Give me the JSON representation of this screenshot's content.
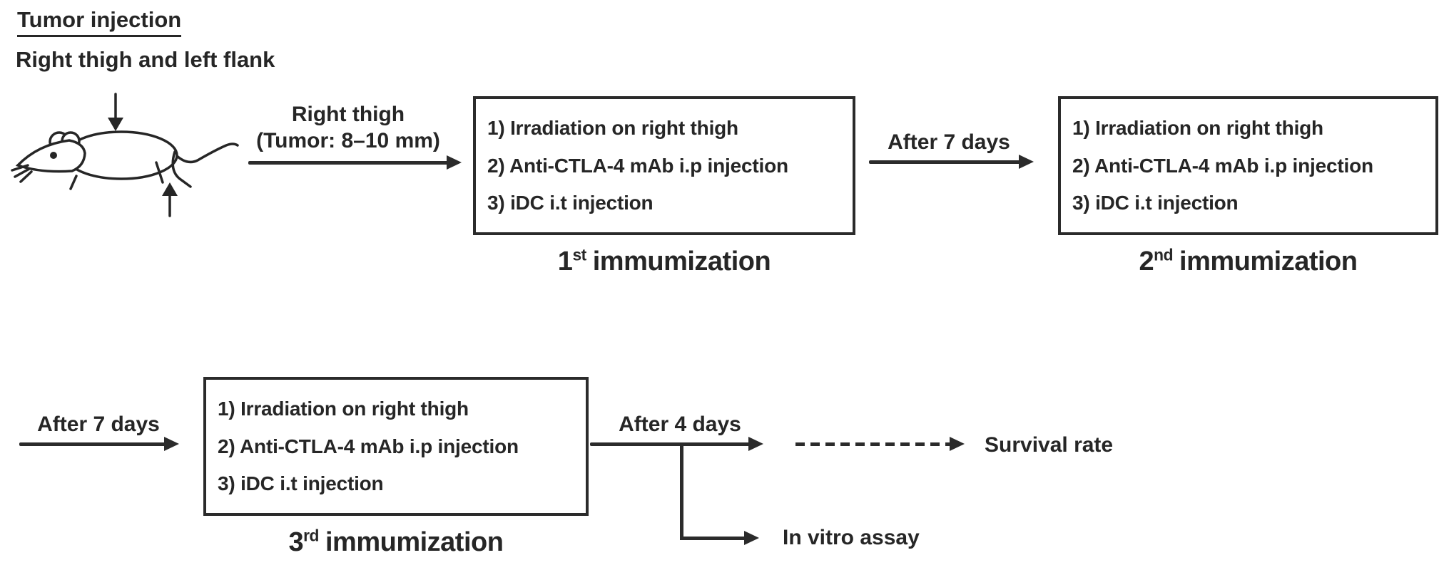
{
  "header": {
    "title": "Tumor injection",
    "subtitle": "Right thigh and left flank"
  },
  "tumor_arrow": {
    "line1": "Right thigh",
    "line2": "(Tumor: 8–10 mm)"
  },
  "steps": [
    "1) Irradiation on right thigh",
    "2) Anti-CTLA-4 mAb i.p injection",
    "3) iDC i.t injection"
  ],
  "captions": [
    {
      "num": "1",
      "ord": "st",
      "label": "immumization"
    },
    {
      "num": "2",
      "ord": "nd",
      "label": "immumization"
    },
    {
      "num": "3",
      "ord": "rd",
      "label": "immumization"
    }
  ],
  "arrows": {
    "after7_top": "After 7 days",
    "after7_bottom": "After 7 days",
    "after4": "After 4 days"
  },
  "outcomes": {
    "survival": "Survival rate",
    "in_vitro": "In vitro assay"
  },
  "icons": {
    "mouse": "mouse-line-drawing",
    "flank_arrow": "down-arrow",
    "thigh_arrow": "up-arrow"
  },
  "colors": {
    "ink": "#262626",
    "background": "#ffffff"
  }
}
